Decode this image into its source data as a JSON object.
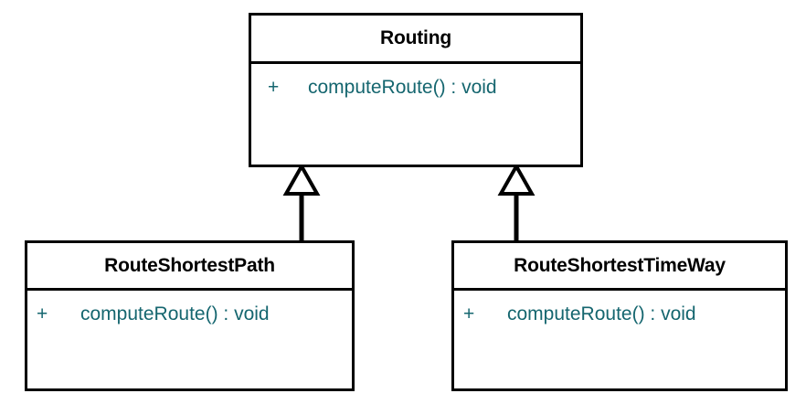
{
  "diagram": {
    "type": "uml-class-diagram",
    "background_color": "#ffffff",
    "line_color": "#000000",
    "title_color": "#000000",
    "member_color": "#15666f",
    "classes": [
      {
        "id": "routing",
        "name": "Routing",
        "members": [
          {
            "visibility": "+",
            "signature": "computeRoute() : void"
          }
        ]
      },
      {
        "id": "routeshortestpath",
        "name": "RouteShortestPath",
        "members": [
          {
            "visibility": "+",
            "signature": "computeRoute() : void"
          }
        ]
      },
      {
        "id": "routeshortesttimeway",
        "name": "RouteShortestTimeWay",
        "members": [
          {
            "visibility": "+",
            "signature": "computeRoute() : void"
          }
        ]
      }
    ],
    "relationships": [
      {
        "id": "gen-left",
        "kind": "generalization",
        "from": "RouteShortestPath",
        "to": "Routing"
      },
      {
        "id": "gen-right",
        "kind": "generalization",
        "from": "RouteShortestTimeWay",
        "to": "Routing"
      }
    ]
  }
}
